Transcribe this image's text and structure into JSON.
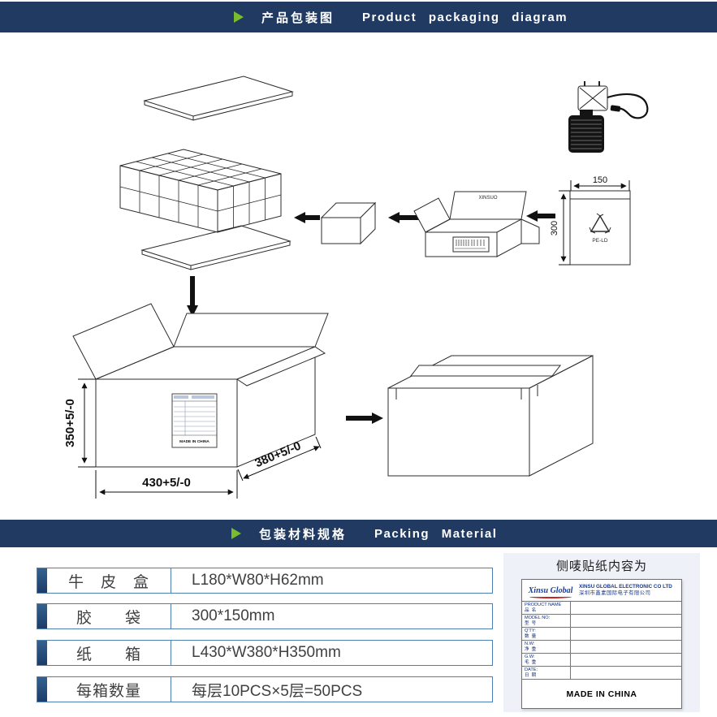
{
  "colors": {
    "bar_blue": "#203a61",
    "accent_green": "#79bc2d",
    "table_border_blue": "#4d7fb3"
  },
  "header": {
    "title_zh": "产品包装图",
    "title_en": "Product packaging diagram"
  },
  "section_packing": {
    "title_zh": "包装材料规格",
    "title_en": "Packing Material"
  },
  "diagram": {
    "bag_width": "150",
    "bag_height": "300",
    "bag_material": "PE-LD",
    "inner_box_brand": "XINSUO",
    "carton_height": "350+5/-0",
    "carton_length": "430+5/-0",
    "carton_depth": "380+5/-0",
    "carton_label_footer": "MADE IN CHINA"
  },
  "spec_table": {
    "rows": [
      {
        "label": "牛　皮　盒",
        "value": "L180*W80*H62mm"
      },
      {
        "label": "胶　　袋",
        "value": "300*150mm"
      },
      {
        "label": "纸　　箱",
        "value": "L430*W380*H350mm"
      },
      {
        "label": "每箱数量",
        "value": "每层10PCS×5层=50PCS"
      }
    ]
  },
  "label_panel": {
    "title": "侧唛贴纸内容为",
    "logo_text": "Xinsu Global",
    "company_en": "XINSU GLOBAL ELECTRONIC CO LTD",
    "company_zh": "深圳市鑫素国际电子有限公司",
    "rows": [
      {
        "en": "PRODUCT NAME",
        "zh": "品名"
      },
      {
        "en": "MODEL NO:",
        "zh": "型号"
      },
      {
        "en": "Q'TY:",
        "zh": "数量"
      },
      {
        "en": "N.W:",
        "zh": "净重"
      },
      {
        "en": "G.W:",
        "zh": "毛重"
      },
      {
        "en": "DATE:",
        "zh": "日期"
      }
    ],
    "footer": "MADE IN CHINA"
  }
}
